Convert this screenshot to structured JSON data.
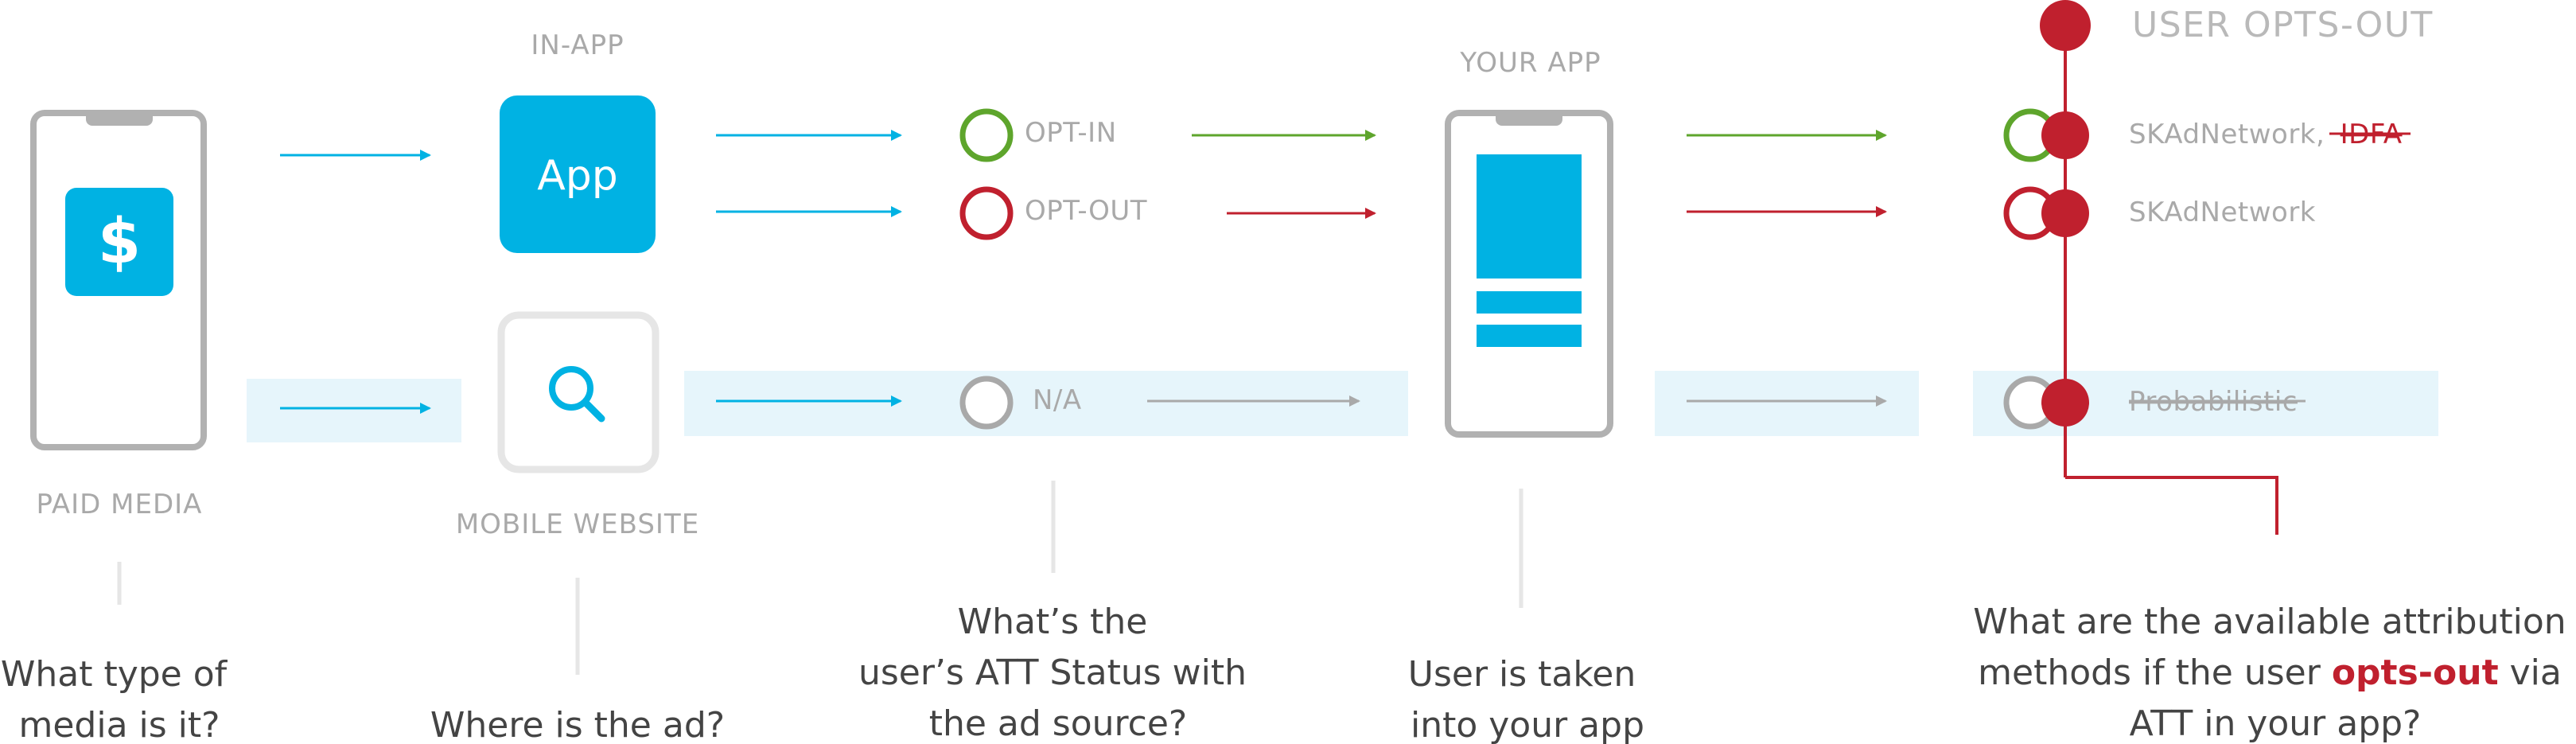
{
  "labels": {
    "in_app": "IN-APP",
    "your_app": "YOUR APP",
    "paid_media": "PAID MEDIA",
    "mobile_website": "MOBILE WEBSITE",
    "user_opts_out": "USER OPTS-OUT"
  },
  "tiles": {
    "app_label": "App",
    "dollar": "$"
  },
  "status": {
    "opt_in": "OPT-IN",
    "opt_out": "OPT-OUT",
    "na": "N/A"
  },
  "outcomes": {
    "optin_method": "SKAdNetwork,",
    "optin_struck": "IDFA",
    "optout_method": "SKAdNetwork",
    "na_method": "Probabilistic"
  },
  "questions": {
    "q1_line1": "What type of",
    "q1_line2": "media is it?",
    "q2": "Where is the ad?",
    "q3_line1": "What’s the",
    "q3_line2": "user’s ATT Status with",
    "q3_line3": "the ad source?",
    "q4_line1": "User is taken",
    "q4_line2": "into your app",
    "q5_line1": "What are the available attribution",
    "q5_line2_pre": "methods if the user ",
    "q5_line2_bold": "opts-out",
    "q5_line2_post": " via",
    "q5_line3": "ATT in your app?"
  },
  "colors": {
    "blue": "#00b2e3",
    "light_blue_band": "#e6f5fb",
    "green": "#5ea52c",
    "red": "#c0202e",
    "gray": "#a9a9a9",
    "phone_gray": "#b1b1b1",
    "text_dark": "#444444"
  }
}
